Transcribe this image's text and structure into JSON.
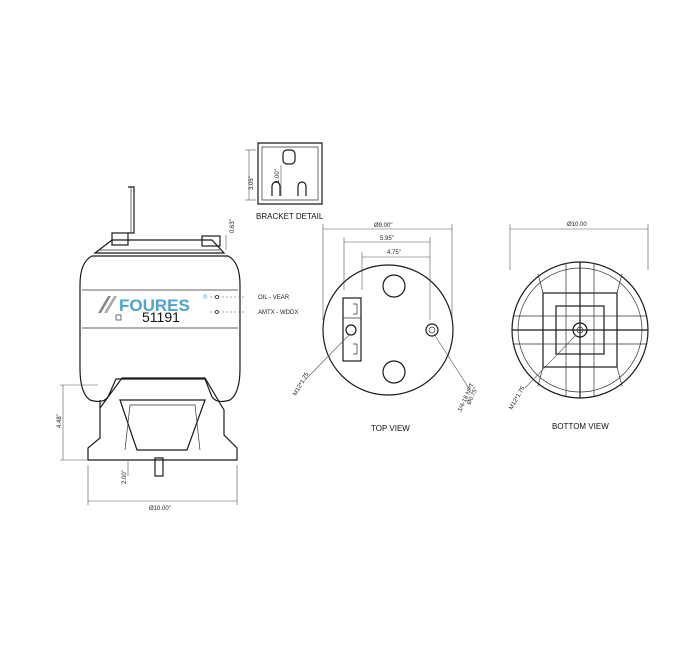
{
  "brand": {
    "name": "FOURES",
    "registered_mark": "®"
  },
  "part_number": "51191",
  "labels": {
    "bracket_detail": "BRACKET DETAIL",
    "top_view": "TOP VIEW",
    "bottom_view": "BOTTOM VIEW"
  },
  "callouts": {
    "upper": "OIL - VEAR",
    "lower": "AMTX - WDDX"
  },
  "dimensions": {
    "bracket_height": "3.05\"",
    "bracket_inner": "1.00\"",
    "bracket_offset": "0.63\"",
    "height_left": "4.48\"",
    "piston_stud": "2.00\"",
    "base_diameter": "Ø10.00\"",
    "top_diameter": "Ø9.00\"",
    "top_span_1": "5.95\"",
    "top_span_2": "4.75\"",
    "top_stud": "M12*1.75",
    "top_port_1": "Ø0.75\"",
    "top_port_2": "1/4-18 NPT",
    "bottom_diameter": "Ø10.00",
    "bottom_stud": "M12*1.75"
  },
  "colors": {
    "line": "#1a1a1a",
    "brand_blue": "#4da3d6",
    "hatch": "#777777"
  }
}
